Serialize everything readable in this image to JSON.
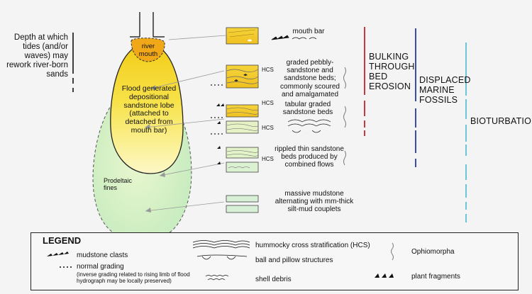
{
  "left_label": {
    "depth_text": "Depth at which tides (and/or waves) may rework river-born sands"
  },
  "lobe": {
    "river_mouth": "river mouth",
    "sandstone_lobe": "Flood generated depositional sandstone lobe (attached to detached from mouth bar)",
    "prodeltaic": "Prodeltaic fines"
  },
  "descriptions": [
    "mouth bar",
    "graded pebbly-sandstone and sandstone beds; commonly scoured and amalgamated",
    "tabular graded sandstone beds",
    "rippled thin sandstone beds produced by combined flows",
    "massive mudstone alternating with mm-thick silt-mud couplets"
  ],
  "hcs_label": "HCS",
  "processes": {
    "bulking": "BULKING THROUGH BED EROSION",
    "displaced": "DISPLACED MARINE FOSSILS",
    "bioturbation": "BIOTURBATION"
  },
  "legend": {
    "title": "LEGEND",
    "mudstone_clasts": "mudstone clasts",
    "normal_grading": "normal grading",
    "normal_grading_note": "(inverse grading related to rising limb of flood hydrograph may be locally preserved)",
    "hcs": "hummocky cross stratification (HCS)",
    "ball_pillow": "ball and pillow structures",
    "shell_debris": "shell debris",
    "ophiomorpha": "Ophiomorpha",
    "plant_fragments": "plant fragments"
  },
  "colors": {
    "lobe_yellow": "#f5d21f",
    "mouth_orange": "#f0a818",
    "prodelta_green": "#cfeec0",
    "bulking_red": "#c0262e",
    "fossils_blue": "#2a3a9a",
    "bioturbation_cyan": "#4fb8d4"
  }
}
